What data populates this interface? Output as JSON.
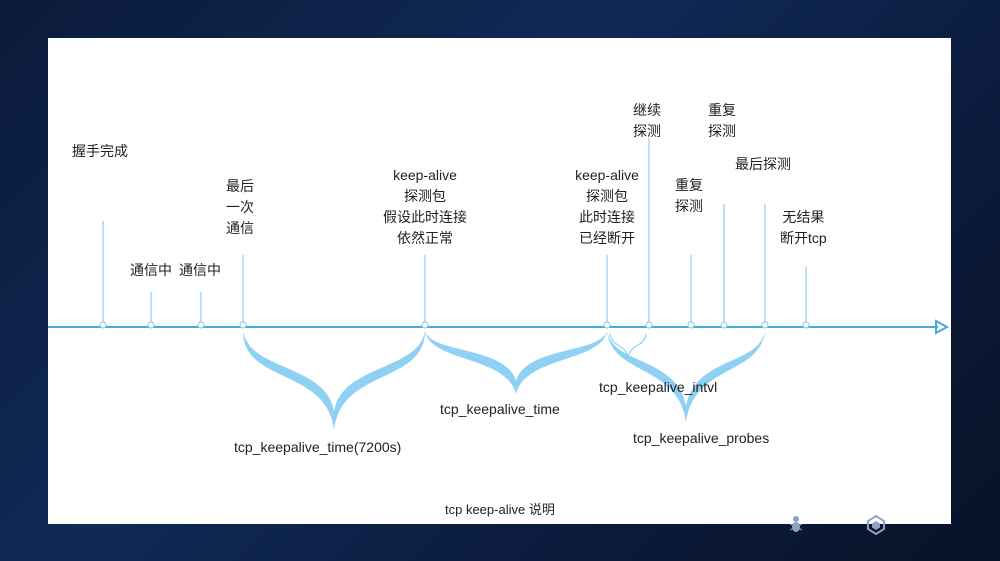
{
  "events": {
    "handshake": "握手完成",
    "comm1": "通信中",
    "comm2": "通信中",
    "last_comm": [
      "最后",
      "一次",
      "通信"
    ],
    "probe1": [
      "keep-alive",
      "探测包",
      "假设此时连接",
      "依然正常"
    ],
    "probe2": [
      "keep-alive",
      "探测包",
      "此时连接",
      "已经断开"
    ],
    "continue_probe": [
      "继续",
      "探测"
    ],
    "repeat_probe1": [
      "重复",
      "探测"
    ],
    "repeat_probe2": [
      "重复",
      "探测"
    ],
    "last_probe": "最后探测",
    "no_result": [
      "无结果",
      "断开tcp"
    ]
  },
  "params": {
    "time_7200": "tcp_keepalive_time(7200s)",
    "time": "tcp_keepalive_time",
    "intvl": "tcp_keepalive_intvl",
    "probes": "tcp_keepalive_probes"
  },
  "caption": "tcp keep-alive 说明",
  "colors": {
    "axis": "#4aa8e0",
    "brace": "#8fd0f5",
    "tick": "#8fcfee",
    "background": "#0b1a3a"
  },
  "logos": {
    "ant_icon": "ant-logo-icon",
    "sofa_icon": "sofastack-logo-icon"
  }
}
